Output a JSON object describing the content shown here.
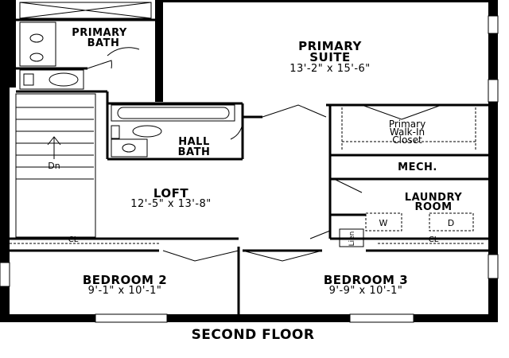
{
  "floor_title": "SECOND FLOOR",
  "rooms": {
    "primary_bath": {
      "line1": "PRIMARY",
      "line2": "BATH"
    },
    "primary_suite": {
      "line1": "PRIMARY",
      "line2": "SUITE",
      "dims": "13'-2\" x 15'-6\""
    },
    "walk_in_closet": {
      "line1": "Primary",
      "line2": "Walk-In",
      "line3": "Closet"
    },
    "hall_bath": {
      "line1": "HALL",
      "line2": "BATH"
    },
    "mech": {
      "label": "MECH."
    },
    "laundry": {
      "line1": "LAUNDRY",
      "line2": "ROOM"
    },
    "loft": {
      "label": "LOFT",
      "dims": "12'-5\" x 13'-8\""
    },
    "bedroom2": {
      "label": "BEDROOM 2",
      "dims": "9'-1\" x 10'-1\""
    },
    "bedroom3": {
      "label": "BEDROOM 3",
      "dims": "9'-9\" x 10'-1\""
    }
  },
  "labels": {
    "closet": "CL",
    "linen": "Lien",
    "down": "Dn",
    "washer": "W",
    "dryer": "D"
  }
}
